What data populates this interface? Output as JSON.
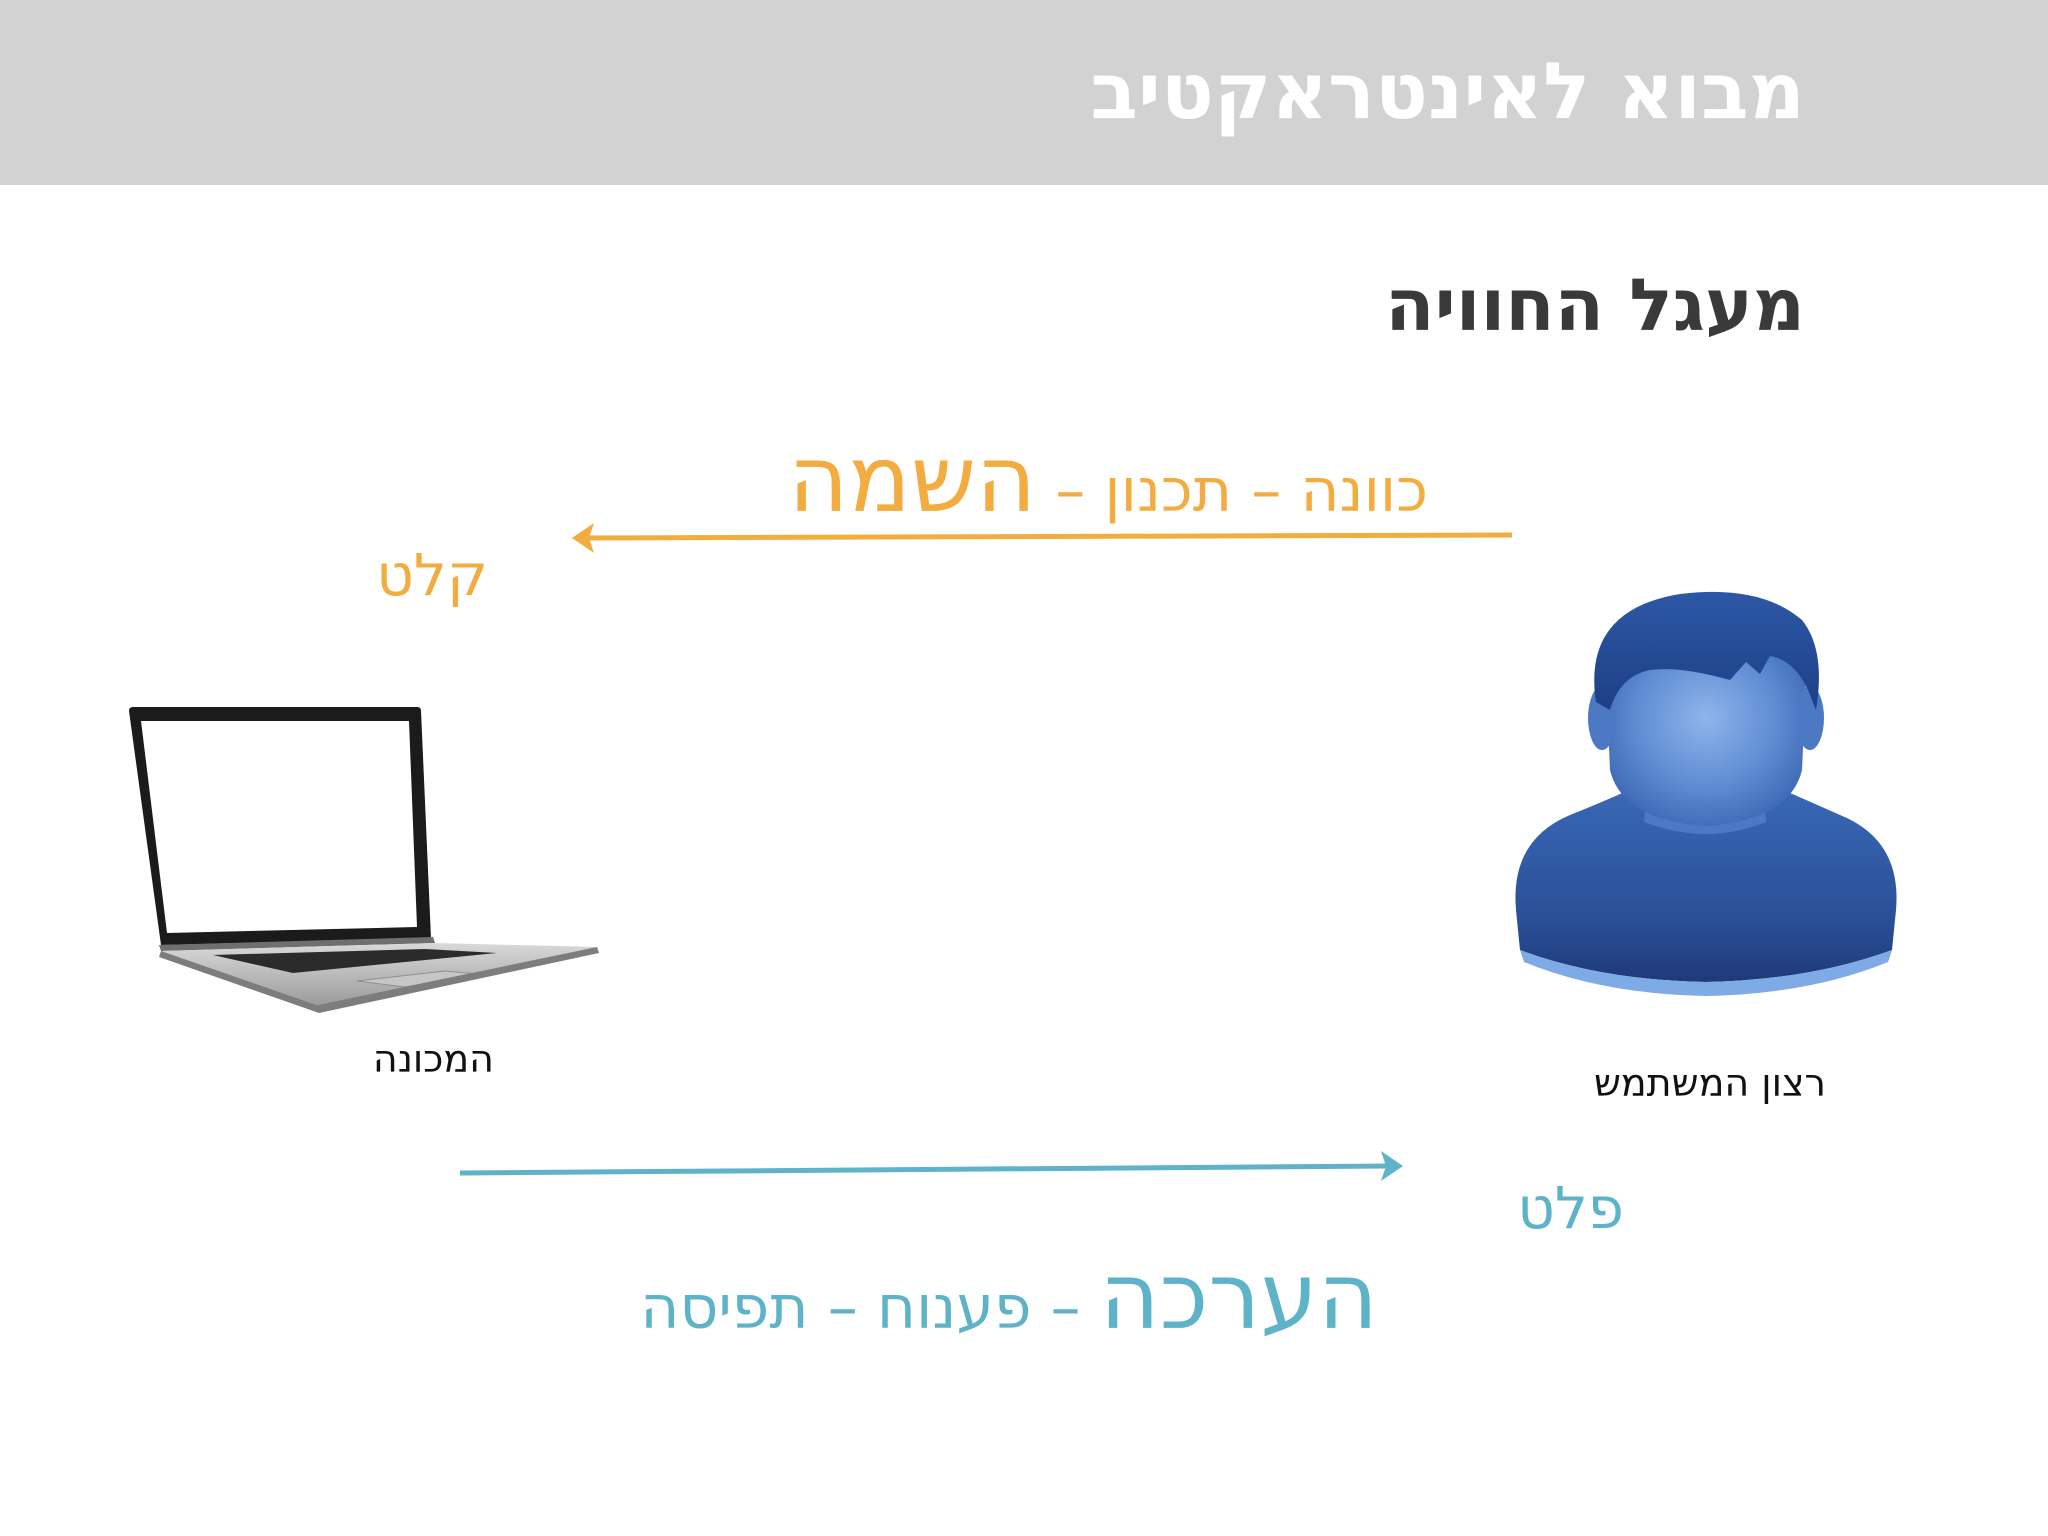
{
  "header": {
    "title": "מבוא לאינטראקטיב"
  },
  "slide": {
    "subtitle": "מעגל החוויה"
  },
  "diagram": {
    "top_process": {
      "prefix": "כוונה – תכנון – ",
      "emphasis": "השמה",
      "color": "#f2ac3f"
    },
    "input_label": "קלט",
    "bottom_process": {
      "emphasis": "הערכה",
      "suffix": " – פענוח – תפיסה",
      "color": "#5eb3c8"
    },
    "output_label": "פלט",
    "machine_caption": "המכונה",
    "user_caption": "רצון המשתמש",
    "icons": {
      "machine": "laptop-icon",
      "user": "user-silhouette-icon"
    }
  },
  "colors": {
    "header_bg": "#d2d2d2",
    "header_text": "#ffffff",
    "subtitle_text": "#3a3a3a",
    "action_flow": "#f2ac3f",
    "evaluation_flow": "#5eb3c8",
    "user_icon": "#2f56a0"
  }
}
